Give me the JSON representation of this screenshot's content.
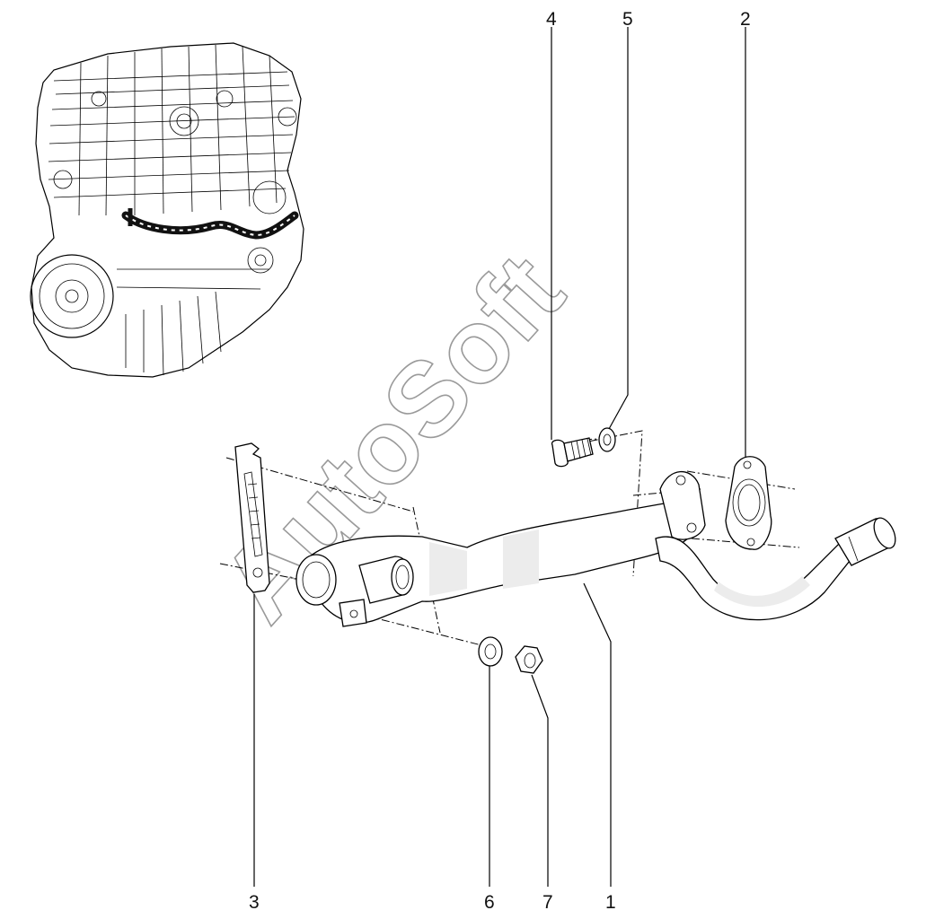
{
  "watermark": "AutoSoft",
  "callouts": [
    {
      "id": "label-4",
      "text": "4"
    },
    {
      "id": "label-5",
      "text": "5"
    },
    {
      "id": "label-2",
      "text": "2"
    },
    {
      "id": "label-3",
      "text": "3"
    },
    {
      "id": "label-6",
      "text": "6"
    },
    {
      "id": "label-7",
      "text": "7"
    },
    {
      "id": "label-1",
      "text": "1"
    }
  ],
  "icons": {
    "engine": "engine-overview-icon",
    "pipe": "coolant-pipe-icon",
    "gasket": "gasket-icon",
    "bracket": "bracket-icon",
    "bolt": "bolt-icon",
    "washer": "washer-icon",
    "nut": "nut-icon"
  },
  "colors": {
    "line": "#000000",
    "watermark": "#9a9a9a",
    "highlight": "#111111"
  }
}
